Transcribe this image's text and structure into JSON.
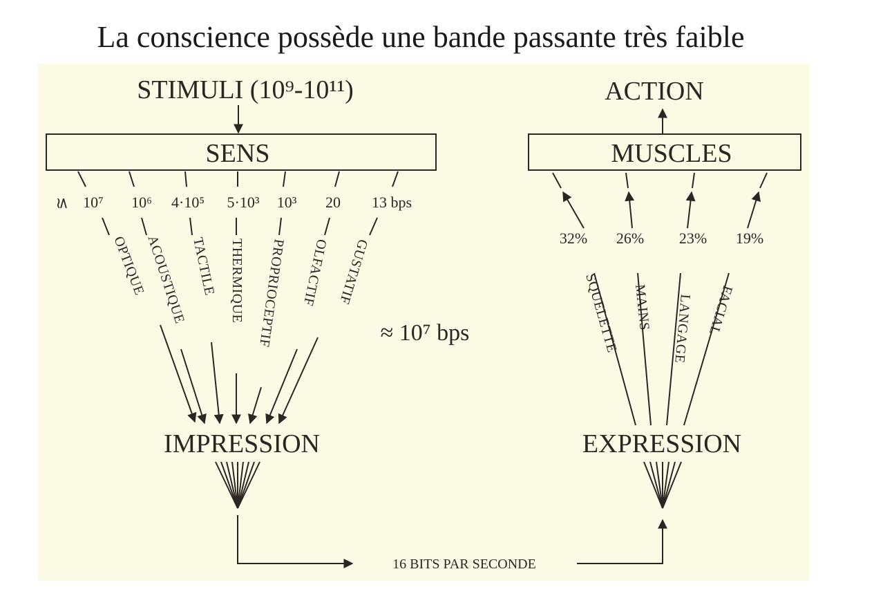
{
  "slide": {
    "title": "La conscience possède une bande passante très faible"
  },
  "diagram": {
    "stimuli_label": "STIMULI (10⁹-10¹¹)",
    "action_label": "ACTION",
    "sens_box": "SENS",
    "muscles_box": "MUSCLES",
    "impression_label": "IMPRESSION",
    "expression_label": "EXPRESSION",
    "total_bandwidth": "≈ 10⁷ bps",
    "bottom_link": "16 BITS PAR SECONDE",
    "approx_symbol": "≲",
    "senses": [
      {
        "name": "OPTIQUE",
        "rate": "10⁷"
      },
      {
        "name": "ACOUSTIQUE",
        "rate": "10⁶"
      },
      {
        "name": "TACTILE",
        "rate": "4·10⁵"
      },
      {
        "name": "THERMIQUE",
        "rate": "5·10³"
      },
      {
        "name": "PROPRIOCEPTIF",
        "rate": "10³"
      },
      {
        "name": "OLFACTIF",
        "rate": "20"
      },
      {
        "name": "GUSTATIF",
        "rate": "13 bps"
      }
    ],
    "outputs": [
      {
        "name": "SQUELETTE",
        "share": "32%"
      },
      {
        "name": "MAINS",
        "share": "26%"
      },
      {
        "name": "LANGAGE",
        "share": "23%"
      },
      {
        "name": "FACIAL",
        "share": "19%"
      }
    ]
  }
}
